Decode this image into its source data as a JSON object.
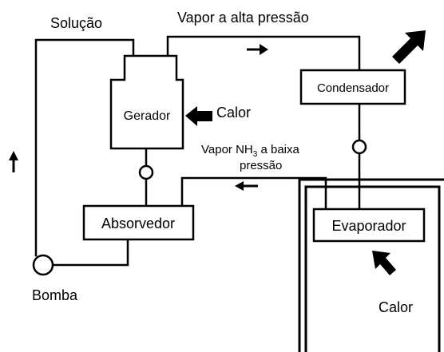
{
  "diagram": {
    "labels": {
      "solucao": "Solução",
      "vapor_alta": "Vapor a alta pressão",
      "condensador": "Condensador",
      "gerador": "Gerador",
      "calor_gerador": "Calor",
      "vapor_nh3_prefix": "Vapor NH",
      "vapor_nh3_sub": "3",
      "vapor_nh3_suffix": " a baixa",
      "pressao": "pressão",
      "absorvedor": "Absorvedor",
      "evaporador": "Evaporador",
      "bomba": "Bomba",
      "calor_evaporador": "Calor"
    },
    "colors": {
      "ink": "#000000",
      "background": "#ffffff"
    },
    "icons": [
      "arrow-right-icon",
      "heat-out-arrow-icon",
      "heat-in-arrow-icon",
      "arrow-left-icon",
      "arrow-up-icon",
      "heat-in-diagonal-arrow-icon",
      "valve-icon",
      "pump-icon"
    ]
  }
}
